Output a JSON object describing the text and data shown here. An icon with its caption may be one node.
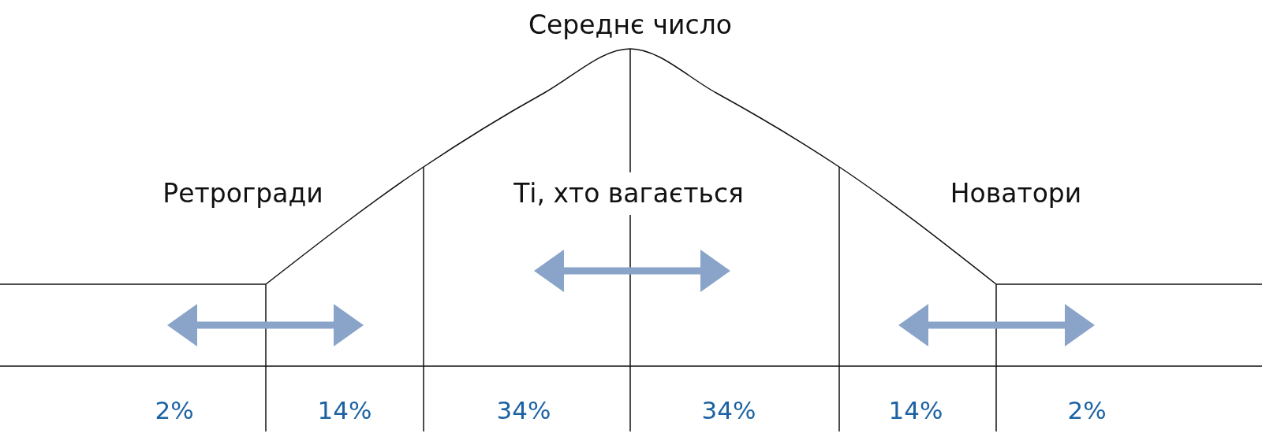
{
  "diagram": {
    "labels": [
      "Середнє число",
      "Ретрогради",
      "Ті, хто вагається",
      "Новатори",
      "2%",
      "14%",
      "34%",
      "34%",
      "14%",
      "2%"
    ]
  }
}
